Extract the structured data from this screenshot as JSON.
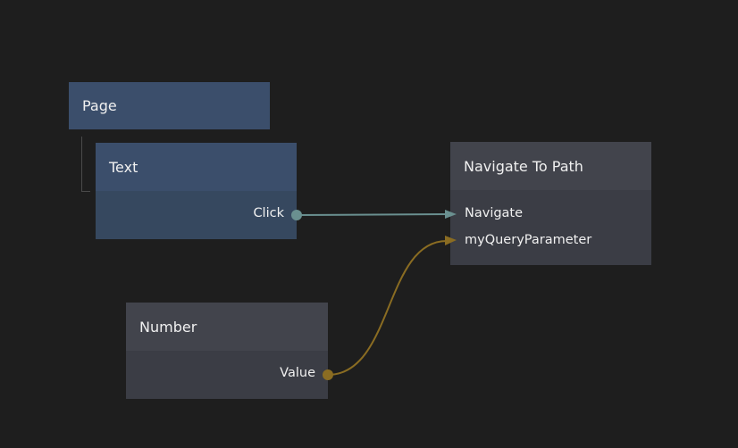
{
  "nodes": {
    "page": {
      "title": "Page"
    },
    "text": {
      "title": "Text",
      "outputs": [
        "Click"
      ]
    },
    "navigate": {
      "title": "Navigate To Path",
      "inputs": [
        "Navigate",
        "myQueryParameter"
      ]
    },
    "number": {
      "title": "Number",
      "outputs": [
        "Value"
      ]
    }
  },
  "connections": [
    {
      "from": "Text.Click",
      "to": "Navigate To Path.Navigate",
      "color": "#6a9090"
    },
    {
      "from": "Number.Value",
      "to": "Navigate To Path.myQueryParameter",
      "color": "#8a6c22"
    }
  ],
  "colors": {
    "background": "#1e1e1e",
    "visual_node": "#3b4e6b",
    "logic_node": "#42444c"
  }
}
